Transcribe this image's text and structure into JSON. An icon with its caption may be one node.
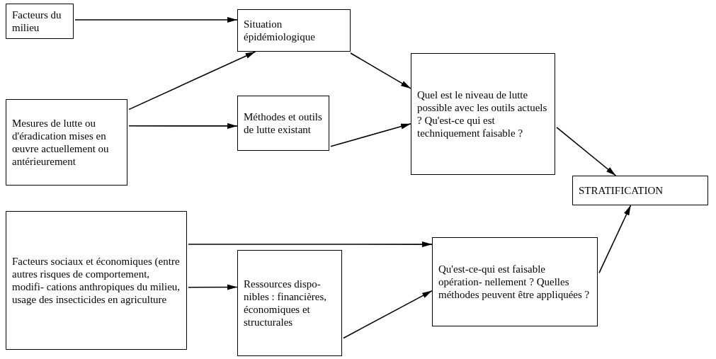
{
  "diagram": {
    "nodes": [
      {
        "text": [
          "Facteurs du milieu"
        ]
      },
      {
        "text": [
          "Situation épidémiologique"
        ]
      },
      {
        "text": [
          "Mesures de lutte ou d'éradication mises en œuvre actuellement ou antérieurement"
        ]
      },
      {
        "text": [
          "Méthodes et outils de lutte existant"
        ]
      },
      {
        "text": [
          "Quel est le niveau de lutte possible avec les outils actuels ? Qu'est-ce qui est techniquement faisable ?"
        ]
      },
      {
        "text": [
          "STRATIFICATION"
        ]
      },
      {
        "text": [
          "Facteurs sociaux et économiques (entre autres risques de comportement, modifi- cations anthropiques du milieu, usage des insecticides en agriculture"
        ]
      },
      {
        "text": [
          "Ressources dispo- nibles : financières, économiques et structurales"
        ]
      },
      {
        "text": [
          "Qu'est-ce-qui est faisable opération- nellement ? Quelles méthodes peuvent être appliquées ?"
        ]
      }
    ],
    "edges": [
      {
        "from": 0,
        "to": 1,
        "arrow": "to"
      },
      {
        "from": 2,
        "to": 1,
        "arrow": "to"
      },
      {
        "from": 2,
        "to": 3,
        "arrow": "to"
      },
      {
        "from": 1,
        "to": 4,
        "arrow": "to"
      },
      {
        "from": 3,
        "to": 4,
        "arrow": "to"
      },
      {
        "from": 4,
        "to": 5,
        "arrow": "to"
      },
      {
        "from": 6,
        "to": 8,
        "arrow": "to"
      },
      {
        "from": 6,
        "to": 7,
        "arrow": "to"
      },
      {
        "from": 7,
        "to": 8,
        "arrow": "to"
      },
      {
        "from": 8,
        "to": 5,
        "arrow": "to"
      }
    ]
  }
}
